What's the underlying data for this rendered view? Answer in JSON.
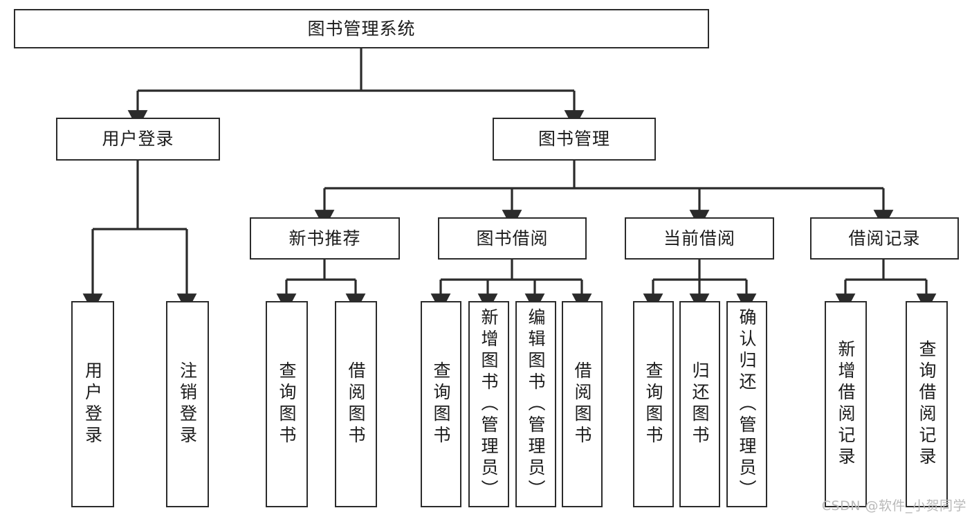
{
  "diagram": {
    "title": "图书管理系统",
    "type": "tree-hierarchy",
    "watermark": "CSDN @软件_小贺同学",
    "edge_color": "#2b2b2b",
    "node_border_color": "#2b2b2b",
    "node_fill_color": "#ffffff",
    "text_color": "#1b1b1b"
  },
  "nodes": {
    "root": {
      "label": "图书管理系统",
      "level": 0
    },
    "l1": [
      {
        "id": "user_login",
        "label": "用户登录",
        "level": 1
      },
      {
        "id": "book_manage",
        "label": "图书管理",
        "level": 1
      }
    ],
    "l2": [
      {
        "id": "new_book_rec",
        "label": "新书推荐",
        "level": 2,
        "parent": "book_manage"
      },
      {
        "id": "book_borrow",
        "label": "图书借阅",
        "level": 2,
        "parent": "book_manage"
      },
      {
        "id": "current_borrow",
        "label": "当前借阅",
        "level": 2,
        "parent": "book_manage"
      },
      {
        "id": "borrow_record",
        "label": "借阅记录",
        "level": 2,
        "parent": "book_manage"
      }
    ],
    "leaves": [
      {
        "id": "leaf_user_login",
        "label": "用户登录",
        "parent": "user_login"
      },
      {
        "id": "leaf_logout",
        "label": "注销登录",
        "parent": "user_login"
      },
      {
        "id": "leaf_query_book_1",
        "label": "查询图书",
        "parent": "new_book_rec"
      },
      {
        "id": "leaf_borrow_book_1",
        "label": "借阅图书",
        "parent": "new_book_rec"
      },
      {
        "id": "leaf_query_book_2",
        "label": "查询图书",
        "parent": "book_borrow"
      },
      {
        "id": "leaf_add_book",
        "label": "新增图书（管理员）",
        "parent": "book_borrow"
      },
      {
        "id": "leaf_edit_book",
        "label": "编辑图书（管理员）",
        "parent": "book_borrow"
      },
      {
        "id": "leaf_borrow_book_2",
        "label": "借阅图书",
        "parent": "book_borrow"
      },
      {
        "id": "leaf_query_book_3",
        "label": "查询图书",
        "parent": "current_borrow"
      },
      {
        "id": "leaf_return_book",
        "label": "归还图书",
        "parent": "current_borrow"
      },
      {
        "id": "leaf_confirm_return",
        "label": "确认归还（管理员）",
        "parent": "current_borrow"
      },
      {
        "id": "leaf_add_record",
        "label": "新增借阅记录",
        "parent": "borrow_record"
      },
      {
        "id": "leaf_query_record",
        "label": "查询借阅记录",
        "parent": "borrow_record"
      }
    ]
  }
}
